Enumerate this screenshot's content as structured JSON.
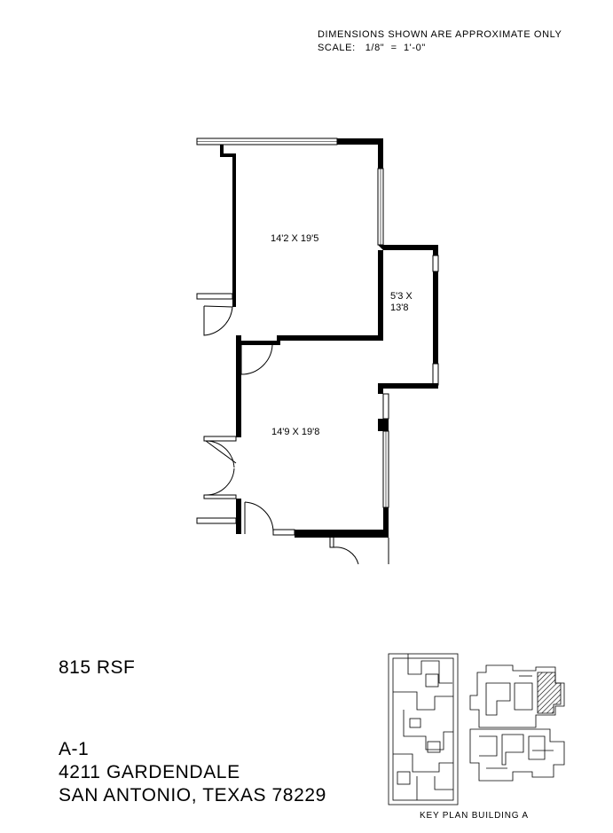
{
  "notes": {
    "line1": "DIMENSIONS SHOWN ARE APPROXIMATE ONLY",
    "line2": "SCALE:   1/8\"  =  1'-0\""
  },
  "rooms": {
    "room_top": "14'2  X  19'5",
    "room_side_line1": "5'3  X",
    "room_side_line2": "13'8",
    "room_bottom": "14'9  X  19'8"
  },
  "info": {
    "rsf": "815 RSF",
    "unit": "A-1",
    "street": "4211 GARDENDALE",
    "city": "SAN ANTONIO, TEXAS 78229"
  },
  "key_plan": {
    "label": "KEY PLAN BUILDING A"
  }
}
